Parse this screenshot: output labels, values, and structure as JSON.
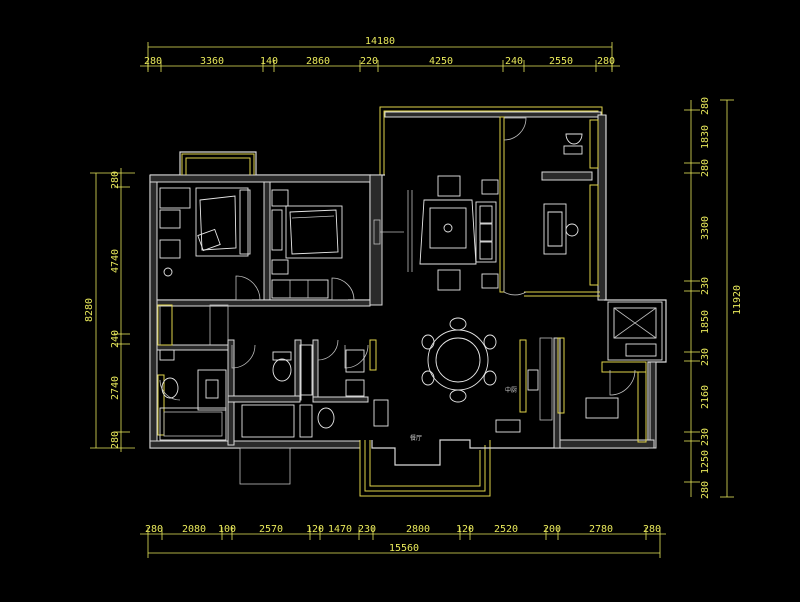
{
  "dimensions": {
    "top_total": "14180",
    "top_segments": [
      "280",
      "3360",
      "140",
      "2860",
      "220",
      "4250",
      "240",
      "2550",
      "280"
    ],
    "bottom_total": "15560",
    "bottom_segments": [
      "280",
      "2080",
      "100",
      "2570",
      "120",
      "1470",
      "230",
      "2800",
      "120",
      "2520",
      "200",
      "2780",
      "280"
    ],
    "left_total": "8280",
    "left_segments": [
      "280",
      "4740",
      "240",
      "2740",
      "280"
    ],
    "right_total": "11920",
    "right_segments": [
      "280",
      "1830",
      "280",
      "3300",
      "230",
      "1850",
      "230",
      "2160",
      "230",
      "1250",
      "280"
    ]
  },
  "room_labels": {
    "kitchen": "中厨",
    "dining": "餐厅"
  },
  "colors": {
    "background": "#000000",
    "dimension": "#e8e85a",
    "wall": "#d9d9d9",
    "window": "#e0d34a"
  }
}
